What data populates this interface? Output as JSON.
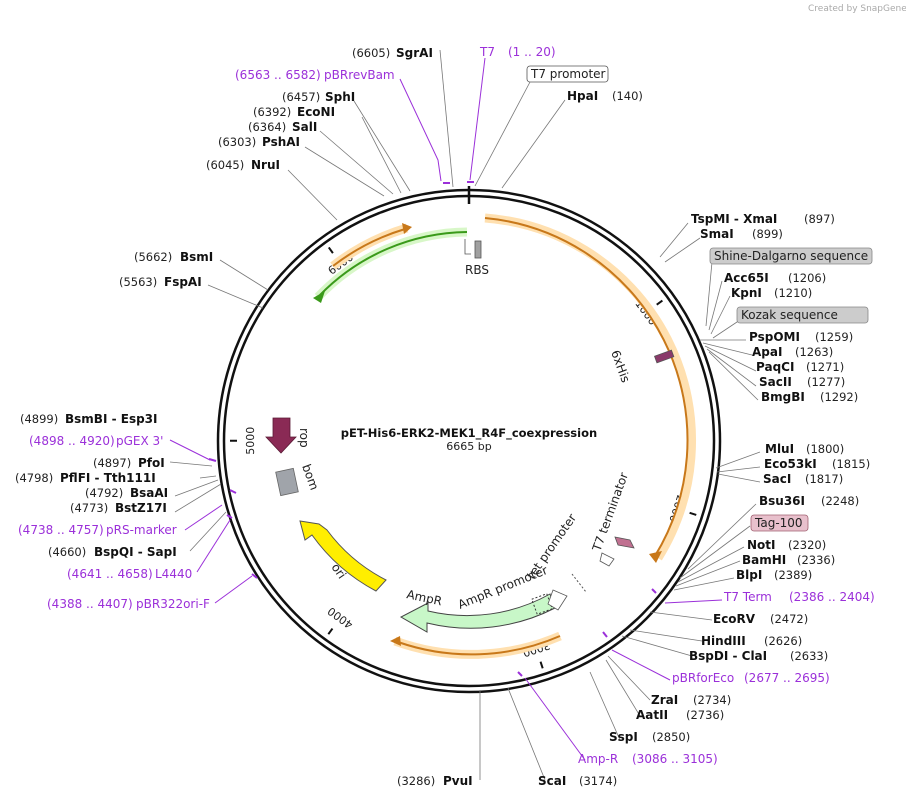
{
  "watermark": "Created by SnapGene",
  "plasmid": {
    "name": "pET-His6-ERK2-MEK1_R4F_coexpression",
    "length_label": "6665 bp",
    "length": 6665
  },
  "ticks": [
    {
      "pos": 1000,
      "label": "1000"
    },
    {
      "pos": 2000,
      "label": "2000"
    },
    {
      "pos": 3000,
      "label": "3000"
    },
    {
      "pos": 4000,
      "label": "4000"
    },
    {
      "pos": 5000,
      "label": "5000"
    },
    {
      "pos": 6000,
      "label": "6000"
    }
  ],
  "features": [
    {
      "name": "RBS",
      "label": "RBS",
      "start": 31,
      "end": 50,
      "type": "small",
      "color": "#a0a0a0",
      "show_label": true
    },
    {
      "name": "6xHis",
      "label": "6xHis",
      "start": 1230,
      "end": 1250,
      "type": "small",
      "color": "#8a3a6a",
      "show_label": true
    },
    {
      "name": "T7 terminator",
      "label": "T7 terminator",
      "start": 2386,
      "end": 2420,
      "type": "small",
      "color": "#c07090",
      "show_label": true
    },
    {
      "name": "bom",
      "label": "bom",
      "start": 5340,
      "end": 5480,
      "type": "box",
      "color": "#a0a4aa",
      "show_label": true
    },
    {
      "name": "rop",
      "label": "rop",
      "start": 5620,
      "end": 5800,
      "type": "arrow",
      "color": "#8a2a55",
      "show_label": true
    },
    {
      "name": "ori",
      "label": "ori",
      "start": 3500,
      "end": 4100,
      "type": "bigarrow",
      "color": "#ffee00",
      "show_label": true
    },
    {
      "name": "AmpR",
      "label": "AmpR",
      "start": 2990,
      "end": 3850,
      "type": "bigarrow",
      "color": "#c8f7c8",
      "show_label": true
    }
  ],
  "feature_labels": {
    "tet_promoter": "tet promoter",
    "t7_terminator": "T7 terminator",
    "ampr_promoter": "AmpR promoter",
    "ampr": "AmpR",
    "ori": "ori",
    "rop": "rop",
    "bom": "bom",
    "rbs": "RBS",
    "his": "6xHis"
  },
  "boxed_labels": [
    {
      "text": "T7 promoter",
      "style": "plain"
    },
    {
      "text": "Shine-Dalgarno sequence",
      "style": "gray"
    },
    {
      "text": "Kozak sequence",
      "style": "gray"
    },
    {
      "text": "Tag-100",
      "style": "pink"
    }
  ],
  "primers": [
    {
      "name": "T7",
      "range": "(1 .. 20)"
    },
    {
      "name": "pBRrevBam",
      "range": "(6563 .. 6582)"
    },
    {
      "name": "pGEX 3'",
      "range": "(4898 .. 4920)"
    },
    {
      "name": "pRS-marker",
      "range": "(4738 .. 4757)"
    },
    {
      "name": "L4440",
      "range": "(4641 .. 4658)"
    },
    {
      "name": "pBR322ori-F",
      "range": "(4388 .. 4407)"
    },
    {
      "name": "T7 Term",
      "range": "(2386 .. 2404)"
    },
    {
      "name": "pBRforEco",
      "range": "(2677 .. 2695)"
    },
    {
      "name": "Amp-R",
      "range": "(3086 .. 3105)"
    }
  ],
  "sites_right": [
    {
      "name": "HpaI",
      "pos": "(140)"
    },
    {
      "name": "TspMI - XmaI",
      "pos": "(897)"
    },
    {
      "name": "SmaI",
      "pos": "(899)"
    },
    {
      "name": "Acc65I",
      "pos": "(1206)"
    },
    {
      "name": "KpnI",
      "pos": "(1210)"
    },
    {
      "name": "PspOMI",
      "pos": "(1259)"
    },
    {
      "name": "ApaI",
      "pos": "(1263)"
    },
    {
      "name": "PaqCI",
      "pos": "(1271)"
    },
    {
      "name": "SacII",
      "pos": "(1277)"
    },
    {
      "name": "BmgBI",
      "pos": "(1292)"
    },
    {
      "name": "MluI",
      "pos": "(1800)"
    },
    {
      "name": "Eco53kI",
      "pos": "(1815)"
    },
    {
      "name": "SacI",
      "pos": "(1817)"
    },
    {
      "name": "Bsu36I",
      "pos": "(2248)"
    },
    {
      "name": "NotI",
      "pos": "(2320)"
    },
    {
      "name": "BamHI",
      "pos": "(2336)"
    },
    {
      "name": "BlpI",
      "pos": "(2389)"
    },
    {
      "name": "EcoRV",
      "pos": "(2472)"
    },
    {
      "name": "HindIII",
      "pos": "(2626)"
    },
    {
      "name": "BspDI - ClaI",
      "pos": "(2633)"
    },
    {
      "name": "ZraI",
      "pos": "(2734)"
    },
    {
      "name": "AatII",
      "pos": "(2736)"
    },
    {
      "name": "SspI",
      "pos": "(2850)"
    },
    {
      "name": "ScaI",
      "pos": "(3174)"
    }
  ],
  "sites_left": [
    {
      "name": "SgrAI",
      "pos": "(6605)"
    },
    {
      "name": "SphI",
      "pos": "(6457)"
    },
    {
      "name": "EcoNI",
      "pos": "(6392)"
    },
    {
      "name": "SalI",
      "pos": "(6364)"
    },
    {
      "name": "PshAI",
      "pos": "(6303)"
    },
    {
      "name": "NruI",
      "pos": "(6045)"
    },
    {
      "name": "BsmI",
      "pos": "(5662)"
    },
    {
      "name": "FspAI",
      "pos": "(5563)"
    },
    {
      "name": "BsmBI - Esp3I",
      "pos": "(4899)"
    },
    {
      "name": "PfoI",
      "pos": "(4897)"
    },
    {
      "name": "PflFI - Tth111I",
      "pos": "(4798)"
    },
    {
      "name": "BsaAI",
      "pos": "(4792)"
    },
    {
      "name": "BstZ17I",
      "pos": "(4773)"
    },
    {
      "name": "BspQI - SapI",
      "pos": "(4660)"
    },
    {
      "name": "PvuI",
      "pos": "(3286)"
    }
  ]
}
